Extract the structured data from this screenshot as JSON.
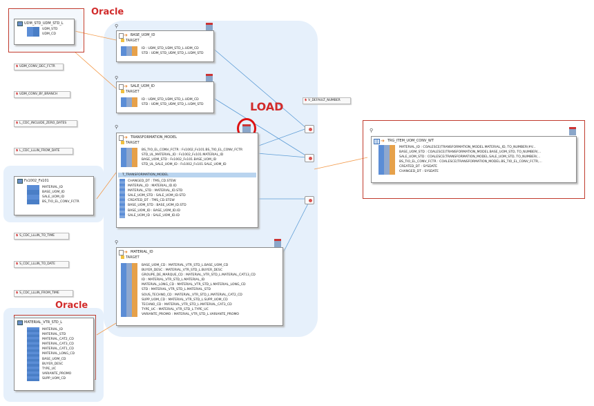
{
  "labels": {
    "oracle_top": "Oracle",
    "oracle_bottom": "Oracle",
    "load": "LOAD"
  },
  "source_top": {
    "title": "UDM_STD_UDM_STD_L",
    "rows": [
      "UDM_STD",
      "UDM_CD"
    ]
  },
  "source_mid": {
    "title": "Fs1002_Fs101",
    "rows": [
      "MATERIAL_ID",
      "BASE_UOM_ID",
      "SALE_UOM_ID",
      "BS_TIO_EL_CONV_FCTR"
    ]
  },
  "source_bottom": {
    "title": "MATERIAL_VTR_STD_L",
    "rows": [
      "MATERIAL_ID",
      "MATERIAL_STD",
      "MATERIAL_CAT2_CD",
      "MATERIAL_CAT3_CD",
      "MATERIAL_CAT1_CD",
      "MATERIAL_LONG_CD",
      "BASE_UOM_CD",
      "BUYER_DESC",
      "TYPE_UC",
      "VARIANTE_PROMO",
      "SUPP_UOM_CD"
    ]
  },
  "variables": [
    "UDM_CONV_DEC_FCTR",
    "UDM_CONV_BY_BRANCH",
    "L_CDC_INCLUDE_ZERO_DATES",
    "L_CDC_LLLIN_FROM_DATE",
    "S_CDC_LLLIN_TO_TIME",
    "S_CDC_LLLIN_TO_DATE",
    "S_CDC_LLLIN_FROM_TIME",
    "V_DEFAULT_NUMBER"
  ],
  "base_uom": {
    "title": "BASE_UOM_ID",
    "sub": "TARGET",
    "rows": [
      "ID : UDM_STD_UDM_STD_L.UDM_CD",
      "STD : UDM_STD_UDM_STD_L.UDM_STD"
    ]
  },
  "sale_uom": {
    "title": "SALE_UOM_ID",
    "sub": "TARGET",
    "rows": [
      "ID : UDM_STD_UDM_STD_L.UDM_CD",
      "STD : UDM_STD_UDM_STD_L.UDM_STD"
    ]
  },
  "transformation": {
    "title": "TRANSFORMATION_MODEL",
    "sub": "TARGET",
    "rows": [
      "BS_TIO_EL_CONV_FCTR : Fs1002_Fs101.BS_TIO_EL_CONV_FCTR",
      "STD_UL_MATERIAL_ID : Fs1002_Fs101.MATERIAL_ID",
      "BASE_UOM_STD : Fs1002_Fs101.BASE_UOM_ID",
      "STD_UL_SALE_UOM_ID : Fs1002_Fs101.SALE_UOM_ID"
    ],
    "header2": "T_TRANSFORMATION_MODEL",
    "rows2": [
      "CHANGED_DT : TMS_CD.STEW",
      "MATERIAL_ID : MATERIAL_ID.ID",
      "MATERIAL_STD : MATERIAL_ID.STD",
      "SALE_UOM_STD : SALE_UOM_ID.STD",
      "CREATED_DT : TMS_CD.STEW",
      "BASE_UOM_STD : BASE_UOM_ID.STD",
      "BASE_UOM_ID : BASE_UOM_ID.ID",
      "SALE_UOM_ID : SALE_UOM_ID.ID"
    ]
  },
  "material": {
    "title": "MATERIAL_ID",
    "sub": "TARGET",
    "rows": [
      "BASE_UOM_CD : MATERIAL_VTR_STD_L.BASE_UOM_CD",
      "BUYER_DESC : MATERIAL_VTR_STD_L.BUYER_DESC",
      "GROUPE_DE_MARQUE_CD : MATERIAL_VTR_STD_L.MATERIAL_CAT13_CD",
      "ID : MATERIAL_VTR_STD_L.MATERIAL_ID",
      "MATERIAL_LONG_CD : MATERIAL_VTR_STD_L.MATERIAL_LONG_CD",
      "STD : MATERIAL_VTR_STD_L.MATERIAL_STD",
      "SOUS_TECHNO_CD : MATERIAL_VTR_STD_L.MATERIAL_CAT2_CD",
      "SUPP_UOM_CD : MATERIAL_VTR_STD_L.SUPP_UOM_CD",
      "TECHNO_CD : MATERIAL_VTR_STD_L.MATERIAL_CAT3_CD",
      "TYPE_UC : MATERIAL_VTR_STD_L.TYPE_UC",
      "VARIANTE_PROMO : MATERIAL_VTR_STD_L.VARIANTE_PROMO"
    ]
  },
  "target_final": {
    "title": "TRG_ITEM_UOM_CONV_WT",
    "rows": [
      "MATERIAL_ID : COALESCE(TRANSFORMATION_MODEL.MATERIAL_ID, TO_NUMBER(#V...",
      "BASE_UOM_STD : COALESCE(TRANSFORMATION_MODEL.BASE_UOM_STD, TO_NUMBER(...",
      "SALE_UOM_STD : COALESCE(TRANSFORMATION_MODEL.SALE_UOM_STD, TO_NUMBER(...",
      "BS_TIO_EL_CONV_FCTR : COALESCE(TRANSFORMATION_MODEL.BS_TIO_EL_CONV_FCTR,...",
      "CREATED_DT : SYSDATE",
      "CHANGED_DT : SYSDATE"
    ]
  },
  "colors": {
    "accent_red": "#d12b2b",
    "group_bg": "#e6f0fb",
    "wire_orange": "#f39a4a",
    "wire_blue": "#5b9bd5"
  }
}
